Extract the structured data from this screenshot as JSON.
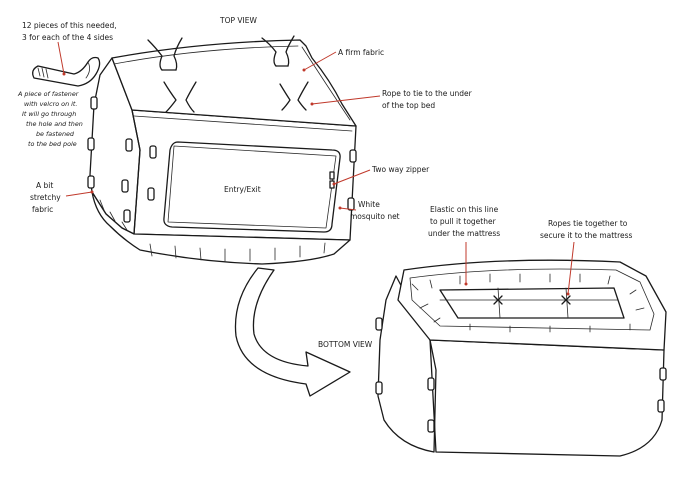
{
  "views": {
    "top": "TOP VIEW",
    "bottom": "BOTTOM VIEW"
  },
  "labels": {
    "pieces_line1": "12 pieces of this needed,",
    "pieces_line2": "3 for each of the 4 sides",
    "fastener_lines": [
      "A piece of fastener",
      "with velcro on it.",
      "It will go through",
      "the hole and then",
      "be fastened",
      "to the bed pole"
    ],
    "firm_fabric": "A firm fabric",
    "rope_line1": "Rope to tie to the under",
    "rope_line2": "of the top bed",
    "zipper": "Two way zipper",
    "entry": "Entry/Exit",
    "net_line1": "White",
    "net_line2": "mosquito net",
    "stretchy_line1": "A bit",
    "stretchy_line2": "stretchy",
    "stretchy_line3": "fabric",
    "elastic_line1": "Elastic on this line",
    "elastic_line2": "to pull it together",
    "elastic_line3": "under the mattress",
    "ropes_line1": "Ropes tie together to",
    "ropes_line2": "secure it to the mattress"
  },
  "colors": {
    "ink": "#1a1a1a",
    "leader": "#c0392b",
    "mesh": "#bfbfbf",
    "paper": "#ffffff"
  }
}
